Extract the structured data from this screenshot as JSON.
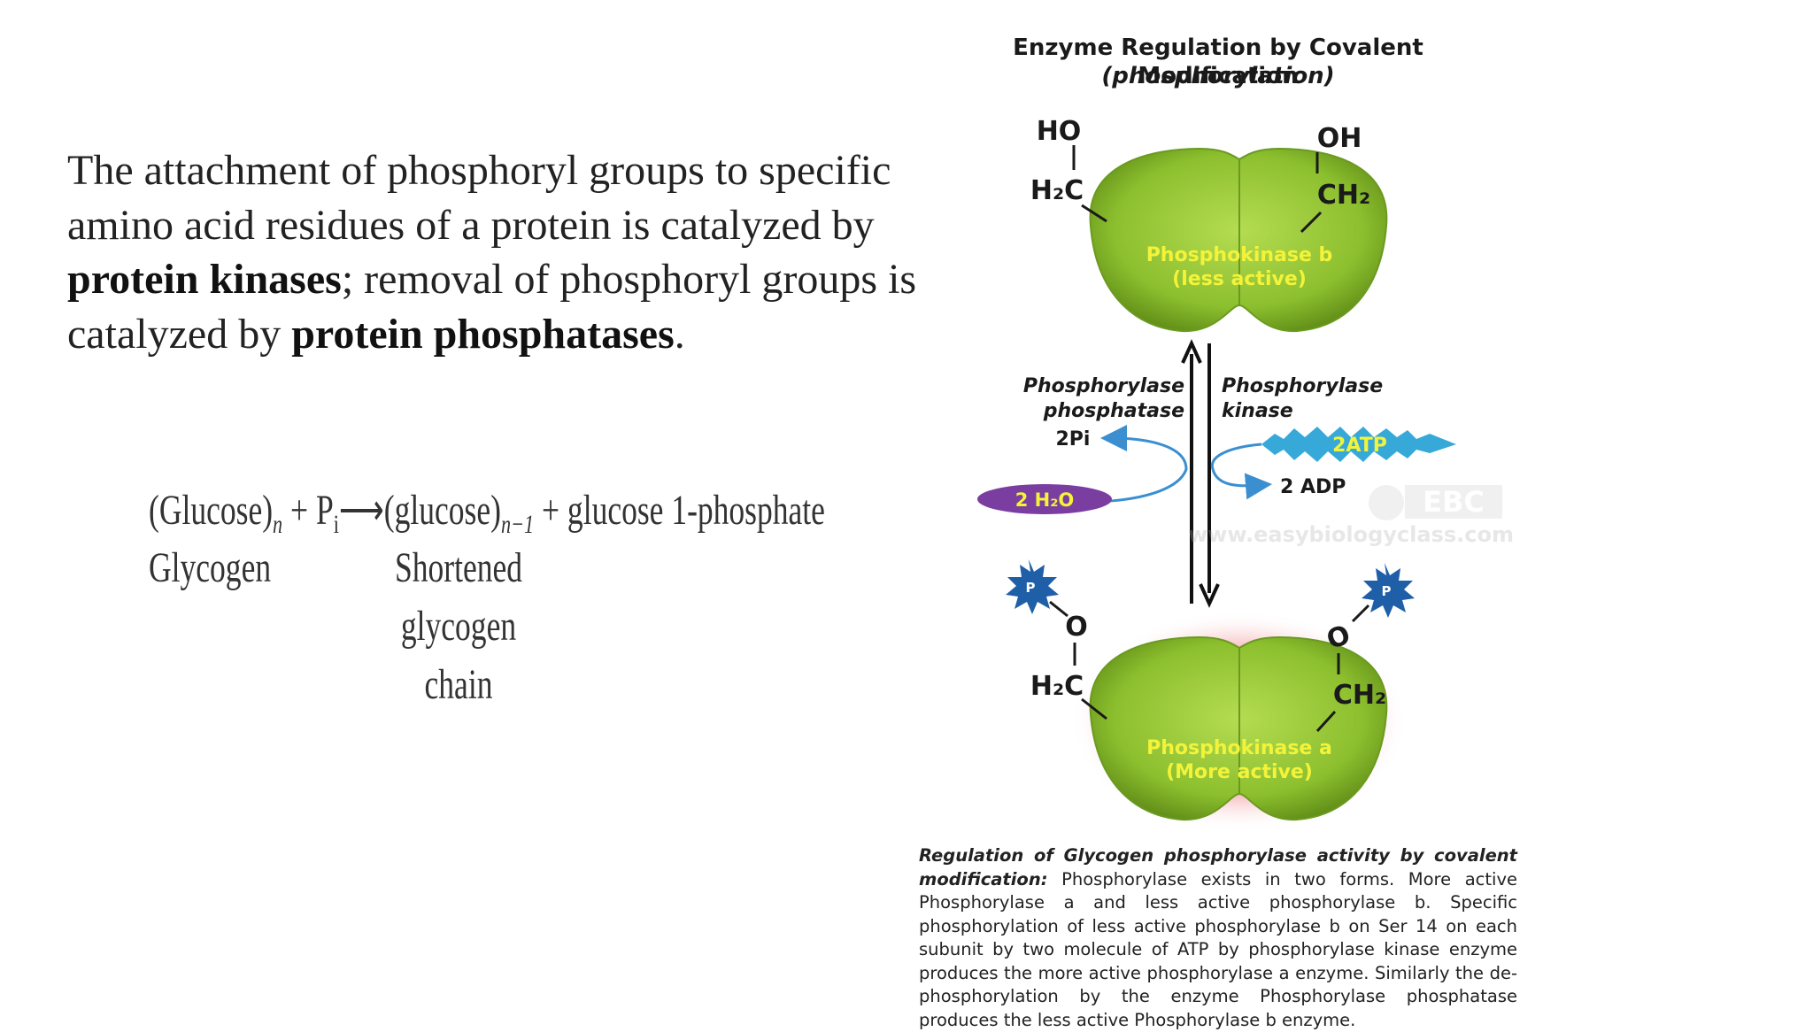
{
  "intro": {
    "part1": "The attachment of phosphoryl groups to specific amino acid residues of a protein is catalyzed by ",
    "bold1": "protein kinases",
    "part2": "; removal of phosphoryl groups is catalyzed by ",
    "bold2": "protein phosphatases",
    "part3": "."
  },
  "equation": {
    "glucose_n": "(Glucose)",
    "sub_n": "n",
    "plus1": " + P",
    "sub_i": "i",
    "arrow": "⟶",
    "glucose_n1": "(glucose)",
    "sub_n1": "n−1",
    "rest": " + glucose 1-phosphate",
    "label_glycogen": "Glycogen",
    "label_shortened": "Shortened",
    "label_glycogen2": "glycogen",
    "label_chain": "chain"
  },
  "figure": {
    "title_line1": "Enzyme Regulation by Covalent Modification",
    "title_line2": "(phosphorylation)",
    "top_left_group": "HO",
    "top_left_carbon": "H₂C",
    "top_right_group": "OH",
    "top_right_carbon": "CH₂",
    "enzyme_b_line1": "Phosphokinase b",
    "enzyme_b_line2": "(less active)",
    "left_enzyme_line1": "Phosphorylase",
    "left_enzyme_line2": "phosphatase",
    "right_enzyme_line1": "Phosphorylase",
    "right_enzyme_line2": "kinase",
    "pi_label": "2Pi",
    "water_label": "2 H₂O",
    "atp_label": "2ATP",
    "adp_label": "2 ADP",
    "watermark_logo": "EBC",
    "watermark_url": "www.easybiologyclass.com",
    "p_left": "P",
    "p_right": "P",
    "o_left": "O",
    "o_right": "O",
    "bottom_left_carbon": "H₂C",
    "bottom_right_carbon": "CH₂",
    "enzyme_a_line1": "Phosphokinase a",
    "enzyme_a_line2": "(More active)"
  },
  "caption": {
    "bold": "Regulation of Glycogen phosphorylase activity by covalent modification:",
    "text": " Phosphorylase exists in two forms. More active Phosphorylase a and less active phosphorylase b. Specific phosphorylation of less active phosphorylase b on Ser 14 on each subunit by two molecule of ATP by phosphorylase kinase enzyme produces the more active phosphorylase a enzyme. Similarly the de-phosphorylation by the enzyme Phosphorylase phosphatase produces the less active Phosphorylase b enzyme."
  },
  "colors": {
    "enzyme_green": "#8cbf2e",
    "enzyme_label": "#f3f33a",
    "water_purple": "#7a3ea0",
    "atp_blue": "#36a9d9",
    "p_star_blue": "#1f5fa8",
    "arrow_blue": "#3b8fd0",
    "glow_pink": "#f3a3a8"
  }
}
